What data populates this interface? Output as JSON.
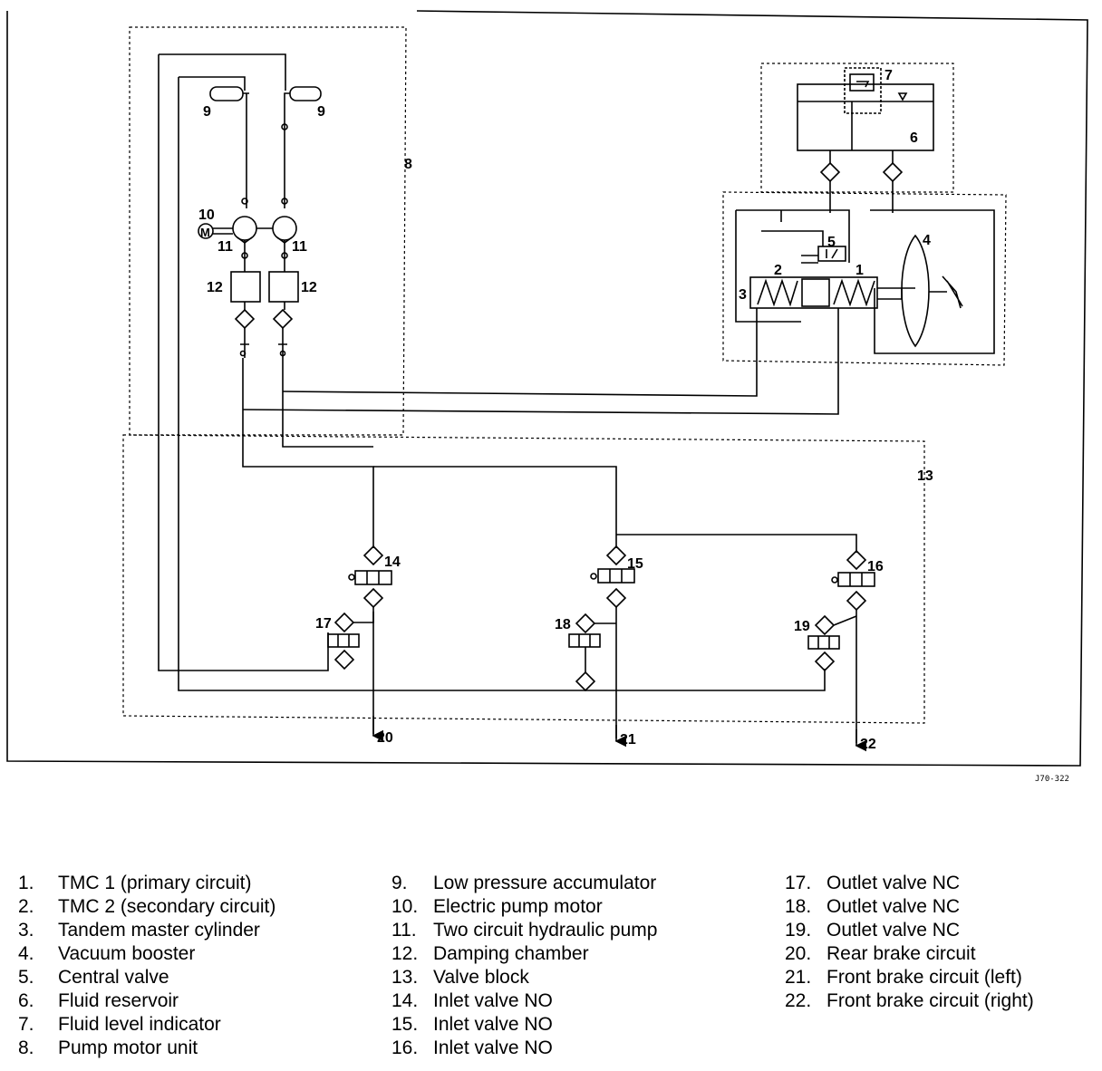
{
  "diagram": {
    "labels": {
      "n1": "1",
      "n2": "2",
      "n3": "3",
      "n4": "4",
      "n5": "5",
      "n6": "6",
      "n7": "7",
      "n8": "8",
      "n9a": "9",
      "n9b": "9",
      "n10": "10",
      "n11a": "11",
      "n11b": "11",
      "n12a": "12",
      "n12b": "12",
      "n13": "13",
      "n14": "14",
      "n15": "15",
      "n16": "16",
      "n17": "17",
      "n18": "18",
      "n19": "19",
      "n20": "20",
      "n21": "21",
      "n22": "22",
      "motor": "M"
    },
    "figure_code": "J70-322"
  },
  "legend": {
    "col1": [
      {
        "num": "1.",
        "text": "TMC 1 (primary circuit)"
      },
      {
        "num": "2.",
        "text": "TMC 2 (secondary circuit)"
      },
      {
        "num": "3.",
        "text": "Tandem master cylinder"
      },
      {
        "num": "4.",
        "text": "Vacuum booster"
      },
      {
        "num": "5.",
        "text": "Central valve"
      },
      {
        "num": "6.",
        "text": "Fluid reservoir"
      },
      {
        "num": "7.",
        "text": "Fluid level indicator"
      },
      {
        "num": "8.",
        "text": "Pump motor unit"
      }
    ],
    "col2": [
      {
        "num": "9.",
        "text": "Low pressure accumulator"
      },
      {
        "num": "10.",
        "text": "Electric pump motor"
      },
      {
        "num": "11.",
        "text": "Two circuit hydraulic pump"
      },
      {
        "num": "12.",
        "text": "Damping chamber"
      },
      {
        "num": "13.",
        "text": "Valve block"
      },
      {
        "num": "14.",
        "text": "Inlet valve NO"
      },
      {
        "num": "15.",
        "text": "Inlet valve NO"
      },
      {
        "num": "16.",
        "text": "Inlet valve NO"
      }
    ],
    "col3": [
      {
        "num": "17.",
        "text": "Outlet valve NC"
      },
      {
        "num": "18.",
        "text": "Outlet valve NC"
      },
      {
        "num": "19.",
        "text": "Outlet valve NC"
      },
      {
        "num": "20.",
        "text": "Rear brake circuit"
      },
      {
        "num": "21.",
        "text": "Front brake circuit (left)"
      },
      {
        "num": "22.",
        "text": "Front brake circuit (right)"
      }
    ]
  }
}
